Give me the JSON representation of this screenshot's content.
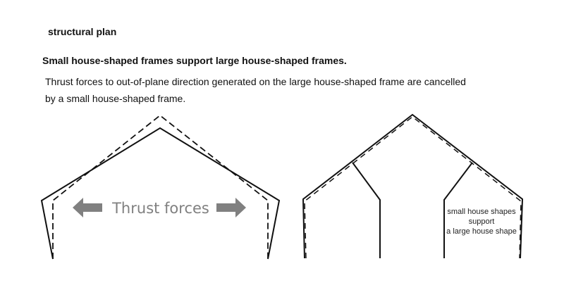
{
  "title": "structural plan",
  "heading": "Small house-shaped frames support large house-shaped frames.",
  "description": [
    "Thrust forces to out-of-plane direction generated on the large house-shaped frame are cancelled",
    "by a small house-shaped frame."
  ],
  "left_diagram": {
    "label": "Thrust forces",
    "arrow_color": "#808080"
  },
  "right_diagram": {
    "label": [
      "small house shapes",
      "support",
      "a large house shape"
    ]
  }
}
